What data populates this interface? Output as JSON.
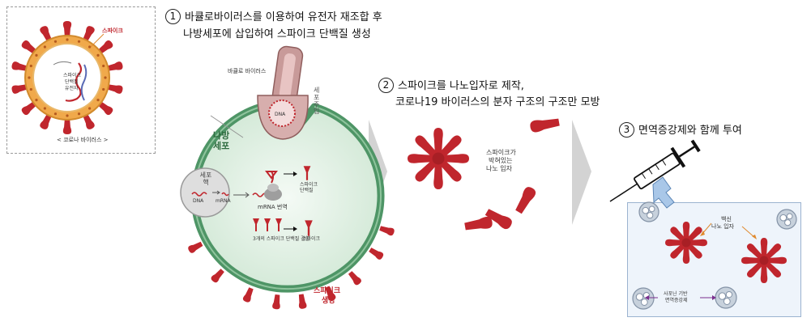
{
  "virus_panel": {
    "spike_label": "스파이크",
    "core_label_1": "스파이크",
    "core_label_2": "단백질",
    "core_label_3": "유전자",
    "caption": "< 코로나 바이러스 >"
  },
  "step1": {
    "number": "1",
    "line1": "바큘로바이러스를 이용하여 유전자 재조합 후",
    "line2": "나방세포에 삽입하여 스파이크 단백질 생성",
    "baculo_label": "바큘로 바이러스",
    "entry_label": "세포 주입",
    "dna_label": "DNA",
    "cell_label_1": "나방",
    "cell_label_2": "세포",
    "nucleus_label": "세포 핵",
    "dna_small": "DNA",
    "mrna_small": "mRNA",
    "translation_label": "mRNA 번역",
    "spike_protein_label": "스파이크 단백질",
    "assembly_label": "3개의 스파이크 단백질 결합",
    "spike_small": "스파이크",
    "spike_gen_1": "스파이크",
    "spike_gen_2": "생성"
  },
  "step2": {
    "number": "2",
    "line1": "스파이크를 나노입자로 제작,",
    "line2": "코로나19 바이러스의 분자 구조의 구조만 모방",
    "nano_label_1": "스파이크가",
    "nano_label_2": "박혀있는",
    "nano_label_3": "나노 입자"
  },
  "step3": {
    "number": "3",
    "line1": "면역증강제와 함께 투여",
    "vaccine_label_1": "백신",
    "vaccine_label_2": "나노 입자",
    "adjuvant_label_1": "사포닌 기반",
    "adjuvant_label_2": "면역증강제"
  },
  "colors": {
    "spike_red": "#c0262d",
    "cell_green": "#5fa374",
    "cell_fill": "#e4f1e7",
    "virus_orange": "#f0a94b",
    "arrow_gray": "#cfcfcf",
    "baculo_pink": "#c9908f"
  }
}
